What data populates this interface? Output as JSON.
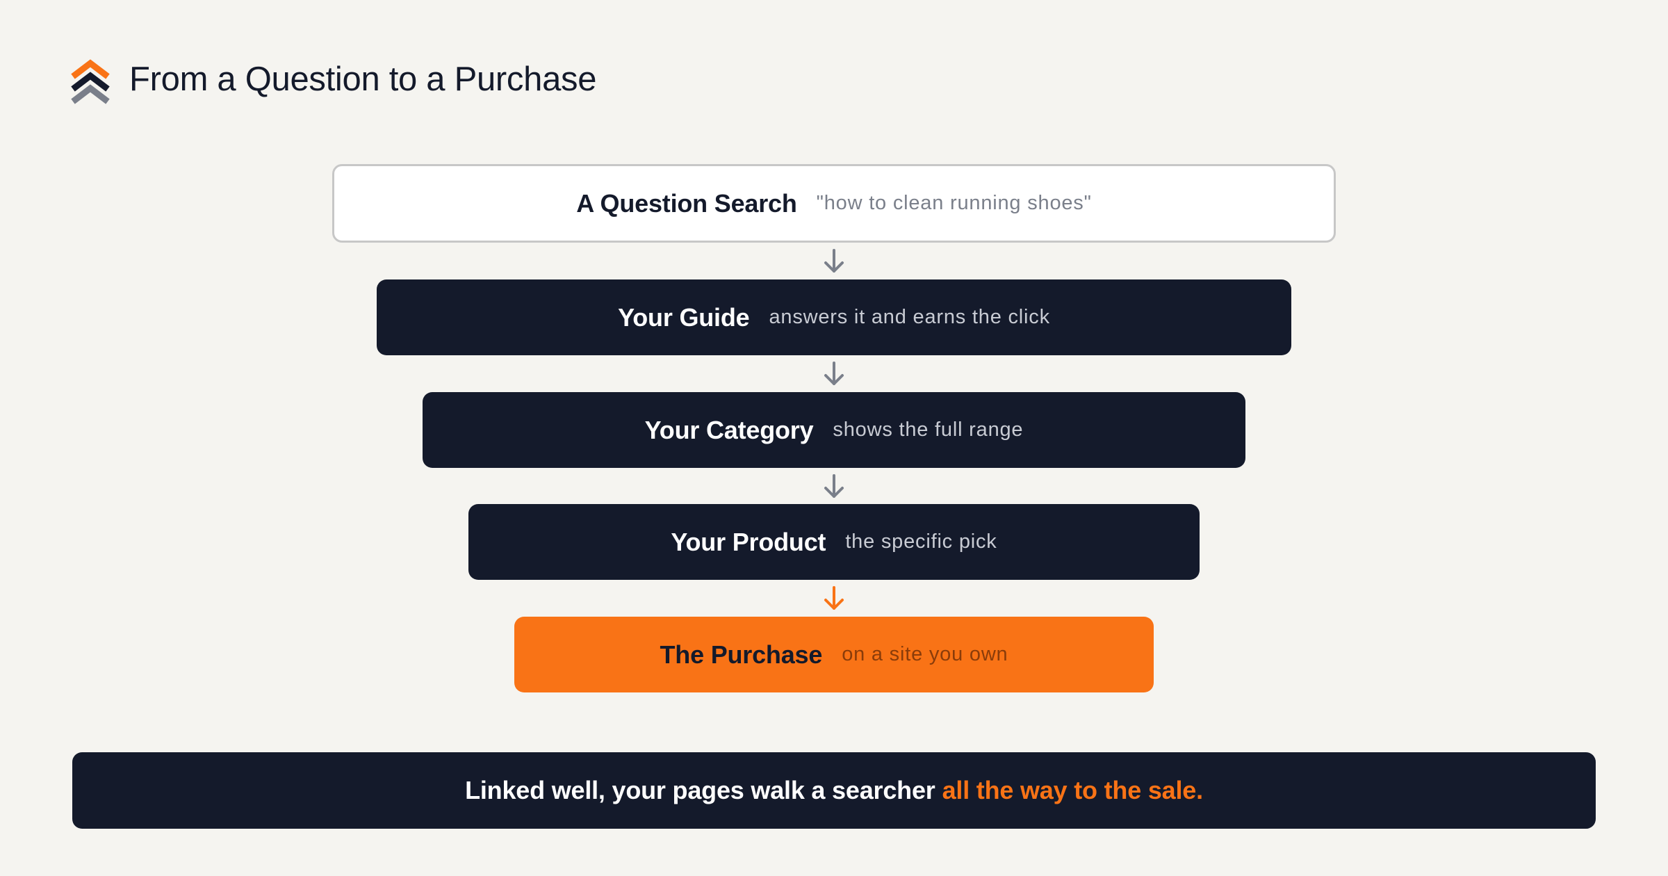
{
  "header": {
    "logo_icon": "double-chevron-up-icon",
    "title": "From a Question to a Purchase"
  },
  "colors": {
    "background": "#f5f4f0",
    "dark": "#141a2b",
    "accent": "#f97316",
    "arrow_gray": "#7a7f8a"
  },
  "stages": [
    {
      "label": "A Question Search",
      "detail": "\"how to clean running shoes\""
    },
    {
      "label": "Your Guide",
      "detail": "answers it and earns the click"
    },
    {
      "label": "Your Category",
      "detail": "shows the full range"
    },
    {
      "label": "Your Product",
      "detail": "the specific pick"
    },
    {
      "label": "The Purchase",
      "detail": "on a site you own"
    }
  ],
  "arrows": [
    {
      "icon": "arrow-down-icon",
      "color": "#7a7f8a"
    },
    {
      "icon": "arrow-down-icon",
      "color": "#7a7f8a"
    },
    {
      "icon": "arrow-down-icon",
      "color": "#7a7f8a"
    },
    {
      "icon": "arrow-down-icon",
      "color": "#f97316"
    }
  ],
  "banner": {
    "lead": "Linked well, your pages walk a searcher",
    "highlight": "all the way to the sale."
  }
}
